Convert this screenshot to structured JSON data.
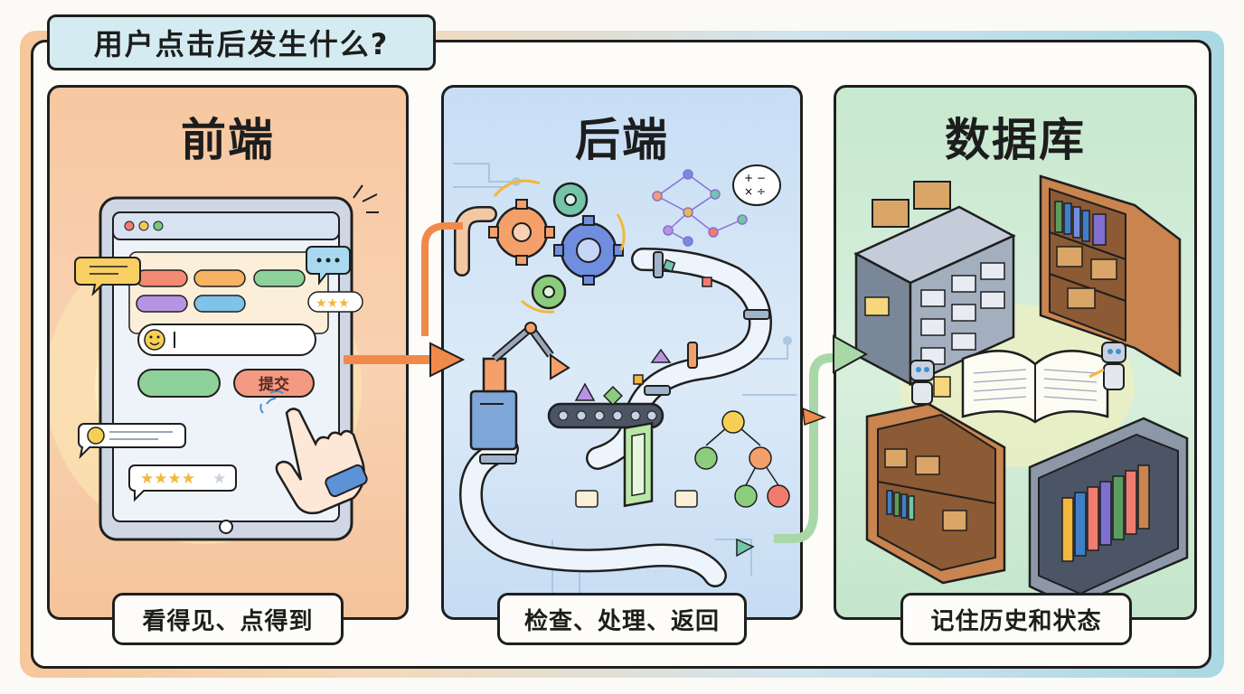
{
  "title": "用户点击后发生什么?",
  "panels": {
    "frontend": {
      "title": "前端",
      "caption": "看得见、点得到",
      "submit_label": "提交"
    },
    "backend": {
      "title": "后端",
      "caption": "检查、处理、返回",
      "math_symbols": "+ −\n× ÷"
    },
    "database": {
      "title": "数据库",
      "caption": "记住历史和状态"
    }
  },
  "colors": {
    "frontend_bg": "#f7c8a1",
    "backend_bg": "#c7def6",
    "database_bg": "#c8e8cf",
    "title_bg": "#d4ecf1",
    "arrow_orange": "#f08a4b",
    "arrow_green": "#a8d8a8"
  },
  "icons": [
    "browser-window-icon",
    "hand-pointer-icon",
    "chat-bubble-icon",
    "star-rating-icon",
    "gear-icon",
    "robot-arm-icon",
    "conveyor-belt-icon",
    "pipe-icon",
    "network-graph-icon",
    "decision-tree-icon",
    "filter-gate-icon",
    "file-cabinet-icon",
    "bookshelf-icon",
    "open-book-icon",
    "robot-helper-icon"
  ]
}
